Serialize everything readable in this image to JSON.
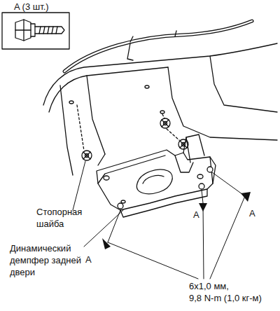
{
  "diagram": {
    "labels": [
      "A (3 шт.)",
      "Стопорная шайба",
      "Динамический демпфер задней двери",
      "A",
      "A",
      "A",
      "6x1,0 мм,",
      "9,8 N-m (1,0 кг-м)"
    ]
  }
}
